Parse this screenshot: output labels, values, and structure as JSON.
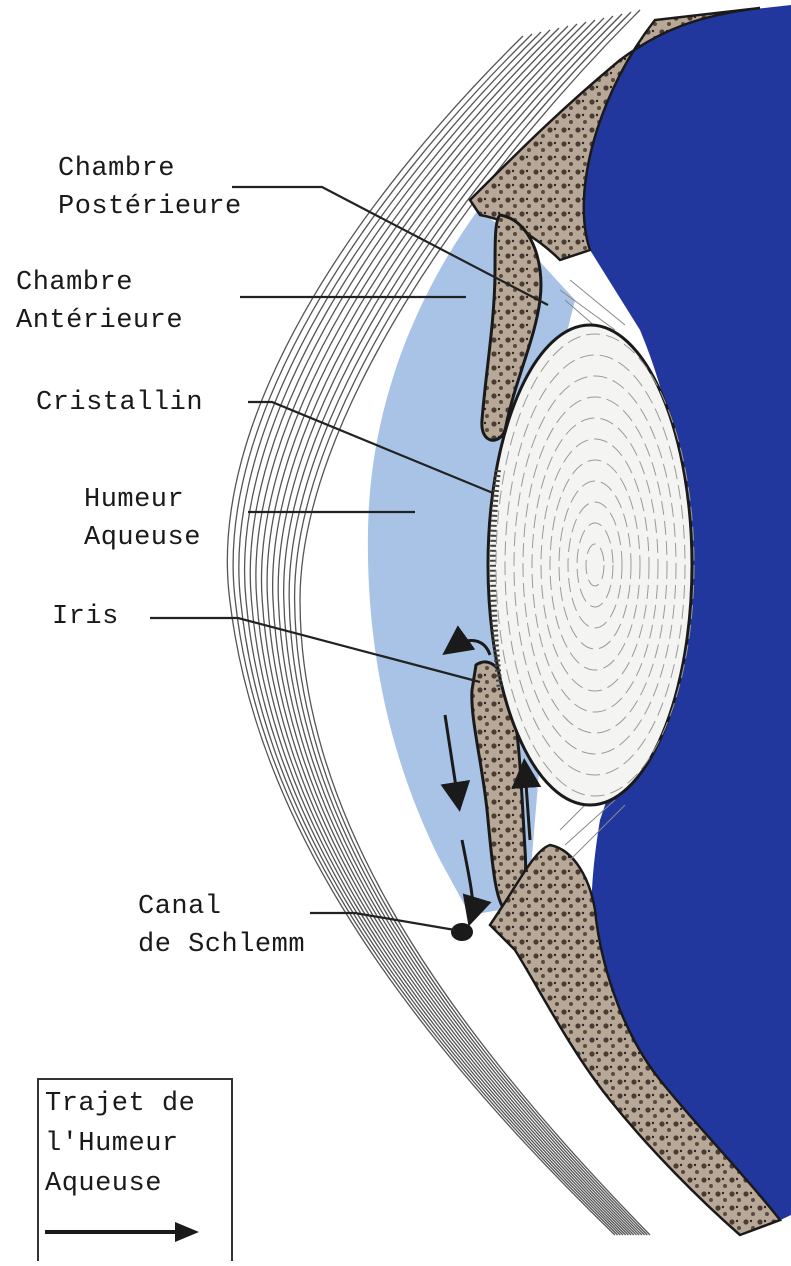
{
  "labels": {
    "chambre_posterieure": [
      "Chambre",
      "Postérieure"
    ],
    "chambre_anterieure": [
      "Chambre",
      "Antérieure"
    ],
    "cristallin": "Cristallin",
    "humeur_aqueuse": [
      "Humeur",
      "Aqueuse"
    ],
    "iris": "Iris",
    "canal_schlemm": [
      "Canal",
      "de Schlemm"
    ]
  },
  "legend": {
    "lines": [
      "Trajet de",
      "l'Humeur",
      "Aqueuse"
    ]
  },
  "colors": {
    "vitreous": "#22379e",
    "aqueous": "#a9c3e6",
    "tissue": "#6b5a4c",
    "tissue_light": "#b8a898",
    "ink": "#1a1a1a",
    "lens": "#f4f4f2"
  }
}
